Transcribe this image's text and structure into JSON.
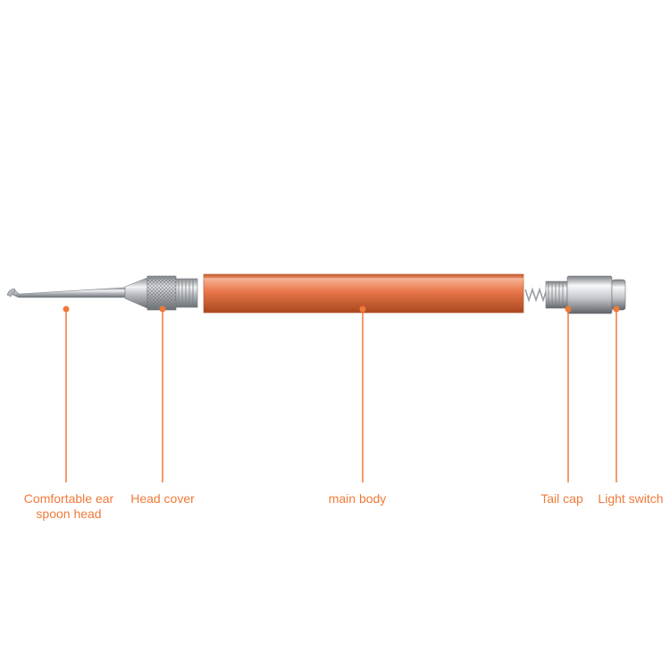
{
  "colors": {
    "accent": "#f07a3a",
    "body": "#e8774a",
    "metal": "#c9ccd0"
  },
  "labels": {
    "spoon_head_line1": "Comfortable ear",
    "spoon_head_line2": "spoon head",
    "head_cover": "Head cover",
    "main_body": "main body",
    "tail_cap": "Tail cap",
    "light_switch": "Light switch"
  }
}
